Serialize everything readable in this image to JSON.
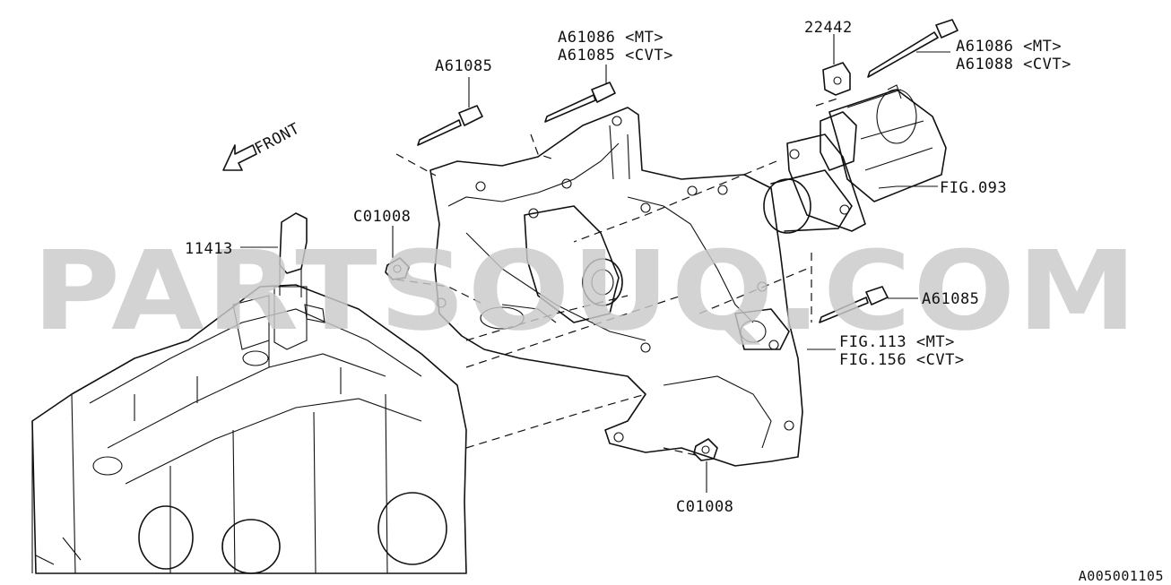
{
  "diagram": {
    "front_label": "FRONT",
    "watermark": "PARTSOUQ.COM",
    "diagram_code": "A005001105",
    "callouts": [
      {
        "id": "a61085-top",
        "lines": [
          "A61085"
        ]
      },
      {
        "id": "a61086-mid",
        "lines": [
          "A61086 <MT>",
          "A61085 <CVT>"
        ]
      },
      {
        "id": "22442",
        "lines": [
          "22442"
        ]
      },
      {
        "id": "a61086-right",
        "lines": [
          "A61086 <MT>",
          "A61088 <CVT>"
        ]
      },
      {
        "id": "fig093",
        "lines": [
          "FIG.093"
        ]
      },
      {
        "id": "c01008-left",
        "lines": [
          "C01008"
        ]
      },
      {
        "id": "11413",
        "lines": [
          "11413"
        ]
      },
      {
        "id": "a61085-right",
        "lines": [
          "A61085"
        ]
      },
      {
        "id": "fig113",
        "lines": [
          "FIG.113 <MT>",
          "FIG.156 <CVT>"
        ]
      },
      {
        "id": "c01008-bottom",
        "lines": [
          "C01008"
        ]
      }
    ]
  }
}
